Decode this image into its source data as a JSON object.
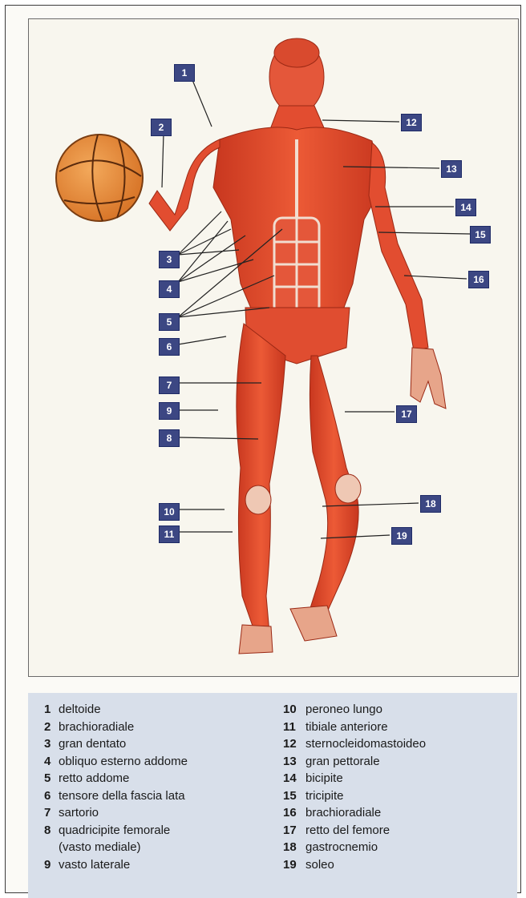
{
  "labels": [
    "1",
    "2",
    "3",
    "4",
    "5",
    "6",
    "7",
    "9",
    "8",
    "10",
    "11",
    "12",
    "13",
    "14",
    "15",
    "16",
    "17",
    "18",
    "19"
  ],
  "legend": {
    "left": [
      {
        "num": "1",
        "name": "deltoide"
      },
      {
        "num": "2",
        "name": "brachioradiale"
      },
      {
        "num": "3",
        "name": "gran dentato"
      },
      {
        "num": "4",
        "name": "obliquo esterno addome"
      },
      {
        "num": "5",
        "name": "retto addome"
      },
      {
        "num": "6",
        "name": "tensore della fascia lata"
      },
      {
        "num": "7",
        "name": "sartorio"
      },
      {
        "num": "8",
        "name": "quadricipite femorale"
      },
      {
        "num": "",
        "name": "(vasto mediale)"
      },
      {
        "num": "9",
        "name": "vasto laterale"
      }
    ],
    "right": [
      {
        "num": "10",
        "name": "peroneo lungo"
      },
      {
        "num": "11",
        "name": "tibiale anteriore"
      },
      {
        "num": "12",
        "name": "sternocleidomastoideo"
      },
      {
        "num": "13",
        "name": "gran pettorale"
      },
      {
        "num": "14",
        "name": "bicipite"
      },
      {
        "num": "15",
        "name": "tricipite"
      },
      {
        "num": "16",
        "name": "brachioradiale"
      },
      {
        "num": "17",
        "name": "retto del femore"
      },
      {
        "num": "18",
        "name": "gastrocnemio"
      },
      {
        "num": "19",
        "name": "soleo"
      }
    ]
  },
  "colors": {
    "muscle": "#e0452a",
    "muscle_dark": "#b3321c",
    "tendon": "#f1ddd0",
    "ball": "#e98e3a",
    "label_bg": "#3c4783",
    "legend_bg": "#d8dfea"
  }
}
